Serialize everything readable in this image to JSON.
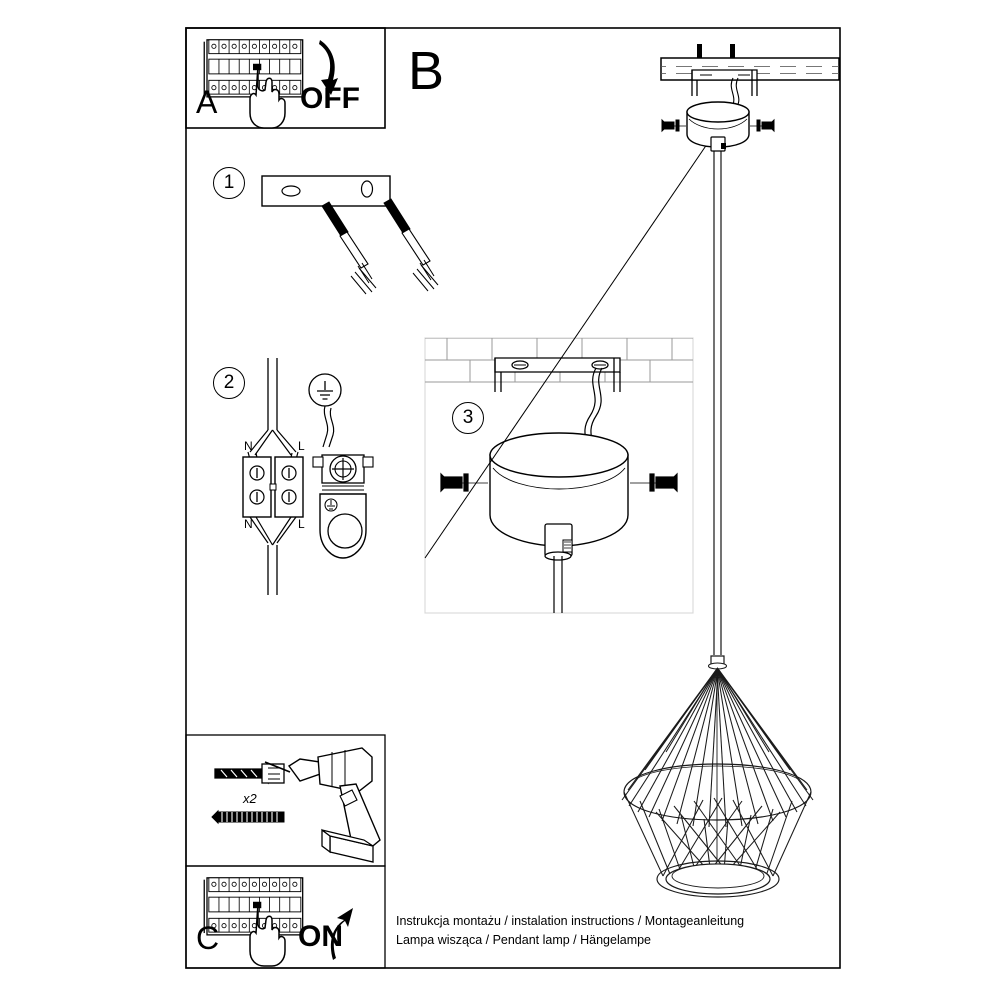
{
  "document": {
    "type": "assembly-instruction-sheet",
    "product": "Pendant lamp",
    "caption_lines": [
      "Instrukcja montażu / instalation instructions / Montageanleitung",
      "Lampa wisząca / Pendant lamp / Hängelampe"
    ],
    "background": "#ffffff",
    "ink": "#000000"
  },
  "panels": {
    "a": {
      "label": "A",
      "action_label": "OFF",
      "caption": "switch the circuit breaker off",
      "icons": [
        "circuit-breaker-panel-icon",
        "hand-pointing-icon",
        "curved-arrow-down-icon"
      ]
    },
    "b": {
      "label": "B",
      "caption": "main assembly view"
    },
    "c": {
      "label": "C",
      "action_label": "ON",
      "caption": "switch the circuit breaker on",
      "icons": [
        "circuit-breaker-panel-icon",
        "hand-pointing-icon",
        "curved-arrow-up-icon"
      ]
    },
    "tools": {
      "quantity_label": "x2",
      "caption": "drill holes, insert wall plugs and screws",
      "icons": [
        "wall-plug-icon",
        "screw-icon",
        "power-drill-icon"
      ]
    }
  },
  "steps": [
    {
      "number": "1",
      "caption": "fix wall plugs and screws into the ceiling",
      "icons": [
        "ceiling-slab-icon",
        "drilled-hole-icon",
        "wall-plug-icon"
      ]
    },
    {
      "number": "2",
      "caption": "connect wires to the terminal block",
      "terminals": {
        "left": "N",
        "right": "L"
      },
      "terminal_labels_top": [
        "N",
        "L"
      ],
      "terminal_labels_bottom": [
        "N",
        "L"
      ],
      "icons": [
        "terminal-block-icon",
        "earth-ground-icon",
        "wire-icon",
        "lamp-holder-icon"
      ]
    },
    {
      "number": "3",
      "caption": "mount the canopy to the bracket and tighten the side screws",
      "icons": [
        "brick-ceiling-icon",
        "mounting-bracket-icon",
        "canopy-icon",
        "grub-screw-icon",
        "cable-icon"
      ]
    }
  ],
  "product_view": {
    "caption": "installed pendant lamp",
    "icons": [
      "ceiling-slab-icon",
      "canopy-icon",
      "suspension-cable-icon",
      "wire-cage-shade-icon",
      "leader-line"
    ]
  }
}
